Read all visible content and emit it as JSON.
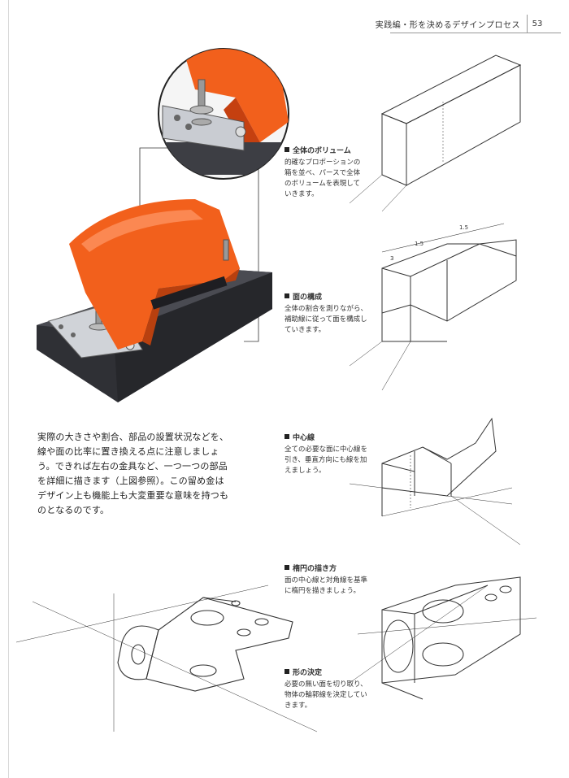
{
  "header": {
    "section_title": "実践編・形を決めるデザインプロセス",
    "page_number": "53"
  },
  "captions": [
    {
      "title": "全体のボリューム",
      "text": [
        "的確なプロポーションの",
        "箱を並べ、パースで全体",
        "のボリュームを表現して",
        "いきます。"
      ]
    },
    {
      "title": "面の構成",
      "text": [
        "全体の割合を測りながら、",
        "補助線に従って面を構成し",
        "ていきます。"
      ]
    },
    {
      "title": "中心線",
      "text": [
        "全ての必要な面に中心線を",
        "引き、垂直方向にも線を加",
        "えましょう。"
      ]
    },
    {
      "title": "楕円の描き方",
      "text": [
        "面の中心線と対角線を基準",
        "に楕円を描きましょう。"
      ]
    },
    {
      "title": "形の決定",
      "text": [
        "必要の無い面を切り取り、",
        "物体の輪郭線を決定してい",
        "きます。"
      ]
    }
  ],
  "body_text": [
    "実際の大きさや割合、部品の設置状況などを、",
    "線や面の比率に置き換える点に注意しましょ",
    "う。できれば左右の金具など、一つ一つの部品",
    "を詳細に描きます（上図参照）。この留め金は",
    "デザイン上も機能上も大変重要な意味を持つも",
    "のとなるのです。"
  ],
  "sketch_marks": {
    "dimension_labels": [
      "3",
      "1.5",
      "1.5"
    ]
  },
  "colors": {
    "accent_orange": "#f2601c",
    "dark_base": "#3a3a3f",
    "metal": "#c9ccd2"
  }
}
